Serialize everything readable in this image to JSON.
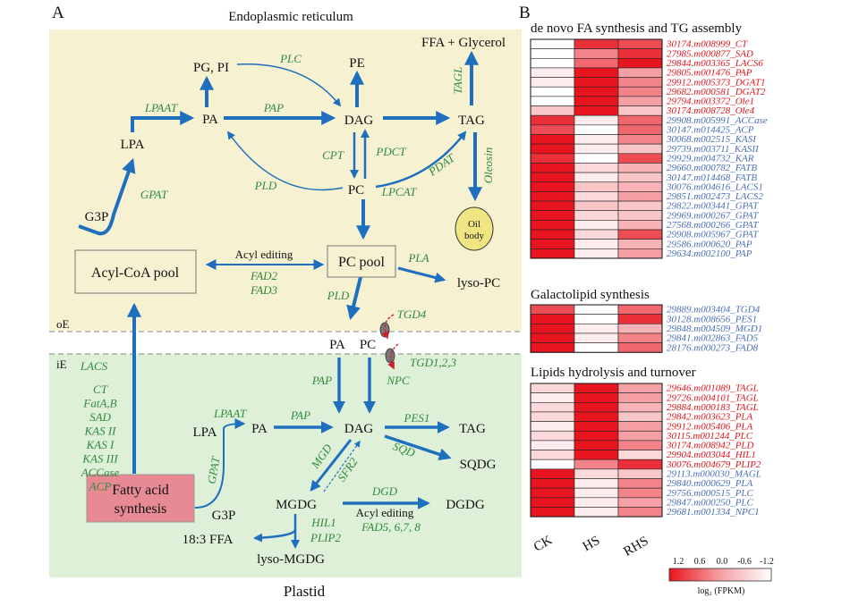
{
  "panel_a": {
    "label": "A",
    "er_title": "Endoplasmic reticulum",
    "plastid_title": "Plastid",
    "oe": "oE",
    "ie": "iE",
    "metabolites": {
      "ffa_glycerol": "FFA + Glycerol",
      "pg_pi": "PG, PI",
      "pe": "PE",
      "pa": "PA",
      "dag": "DAG",
      "tag": "TAG",
      "lpa": "LPA",
      "pc": "PC",
      "g3p": "G3P",
      "oil_body_1": "Oil",
      "oil_body_2": "body",
      "acyl_coa_pool": "Acyl-CoA pool",
      "pc_pool": "PC pool",
      "lyso_pc": "lyso-PC",
      "pa_env": "PA",
      "pc_env": "PC",
      "p_lpa": "LPA",
      "p_pa": "PA",
      "p_dag": "DAG",
      "p_tag": "TAG",
      "sqdg": "SQDG",
      "mgdg": "MGDG",
      "dgdg": "DGDG",
      "fatty_acid_1": "Fatty acid",
      "fatty_acid_2": "synthesis",
      "p_g3p": "G3P",
      "ffa183": "18:3 FFA",
      "lyso_mgdg": "lyso-MGDG"
    },
    "enzymes": {
      "plc": "PLC",
      "lpaat": "LPAAT",
      "pap": "PAP",
      "tagl": "TAGL",
      "oleosin": "Oleosin",
      "cpt": "CPT",
      "pdct": "PDCT",
      "pdat": "PDAT",
      "pld": "PLD",
      "lpcat": "LPCAT",
      "gpat": "GPAT",
      "acyl_editing": "Acyl editing",
      "fad2": "FAD2",
      "fad3": "FAD3",
      "pla": "PLA",
      "pld2": "PLD",
      "tgd4": "TGD4",
      "tgd123": "TGD1,2,3",
      "lacs": "LACS",
      "fas_list": [
        "CT",
        "FatA,B",
        "SAD",
        "KAS II",
        "KAS I",
        "KAS III",
        "ACCase",
        "ACP"
      ],
      "p_pap1": "PAP",
      "npc": "NPC",
      "p_lpaat": "LPAAT",
      "p_pap2": "PAP",
      "pes1": "PES1",
      "mgd": "MGD",
      "sfr2": "SFR2",
      "sqd": "SQD",
      "p_gpat": "GPAT",
      "dgd": "DGD",
      "acyl_editing2": "Acyl editing",
      "fad5678": "FAD5, 6,7, 8",
      "hil1": "HIL1",
      "plip2": "PLIP2"
    }
  },
  "panel_b": {
    "label": "B",
    "columns": [
      "CK",
      "HS",
      "RHS"
    ],
    "legend_ticks": [
      "1.2",
      "0.6",
      "0.0",
      "-0.6",
      "-1.2"
    ],
    "legend_label": "log₂ (FPKM)",
    "colors": {
      "high": "#e8141e",
      "mid": "#f5a0a4",
      "low": "#ffffff",
      "red_text": "#e0161e",
      "blue_text": "#4a6fb5"
    },
    "groups": [
      {
        "title": "de novo FA synthesis and TG assembly",
        "rows": [
          {
            "gene": "30174.m008999_CT",
            "color": "red",
            "values": [
              0.0,
              0.9,
              0.8
            ]
          },
          {
            "gene": "27985.m000877_SAD",
            "color": "red",
            "values": [
              0.0,
              0.6,
              0.9
            ]
          },
          {
            "gene": "29844.m003365_LACS6",
            "color": "red",
            "values": [
              0.0,
              0.7,
              1.0
            ]
          },
          {
            "gene": "29805.m001476_PAP",
            "color": "red",
            "values": [
              0.1,
              1.0,
              0.5
            ]
          },
          {
            "gene": "29912.m005373_DGAT1",
            "color": "red",
            "values": [
              0.1,
              1.0,
              0.6
            ]
          },
          {
            "gene": "29682.m000581_DGAT2",
            "color": "red",
            "values": [
              0.0,
              1.0,
              0.6
            ]
          },
          {
            "gene": "29794.m003372_Ole1",
            "color": "red",
            "values": [
              0.0,
              1.0,
              0.5
            ]
          },
          {
            "gene": "30174.m008728_Ole4",
            "color": "red",
            "values": [
              0.3,
              1.0,
              0.3
            ]
          },
          {
            "gene": "29908.m005991_ACCase",
            "color": "blue",
            "values": [
              0.9,
              0.1,
              0.7
            ]
          },
          {
            "gene": "30147.m014425_ACP",
            "color": "blue",
            "values": [
              0.8,
              0.0,
              0.7
            ]
          },
          {
            "gene": "30068.m002515_KASI",
            "color": "blue",
            "values": [
              1.0,
              0.1,
              0.6
            ]
          },
          {
            "gene": "29739.m003711_KASII",
            "color": "blue",
            "values": [
              1.0,
              0.1,
              0.3
            ]
          },
          {
            "gene": "29929.m004732_KAR",
            "color": "blue",
            "values": [
              0.9,
              0.0,
              0.8
            ]
          },
          {
            "gene": "29660.m000782_FATB",
            "color": "blue",
            "values": [
              1.0,
              0.2,
              0.4
            ]
          },
          {
            "gene": "30147.m014468_FATB",
            "color": "blue",
            "values": [
              1.0,
              0.1,
              0.3
            ]
          },
          {
            "gene": "30076.m004616_LACS1",
            "color": "blue",
            "values": [
              1.0,
              0.3,
              0.4
            ]
          },
          {
            "gene": "29851.m002473_LACS2",
            "color": "blue",
            "values": [
              1.0,
              0.2,
              0.5
            ]
          },
          {
            "gene": "29822.m003441_GPAT",
            "color": "blue",
            "values": [
              1.0,
              0.3,
              0.3
            ]
          },
          {
            "gene": "29969.m000267_GPAT",
            "color": "blue",
            "values": [
              1.0,
              0.2,
              0.3
            ]
          },
          {
            "gene": "27568.m000266_GPAT",
            "color": "blue",
            "values": [
              1.0,
              0.1,
              0.4
            ]
          },
          {
            "gene": "29908.m005967_GPAT",
            "color": "blue",
            "values": [
              1.0,
              0.2,
              0.8
            ]
          },
          {
            "gene": "29586.m000620_PAP",
            "color": "blue",
            "values": [
              1.0,
              0.1,
              0.4
            ]
          },
          {
            "gene": "29634.m002100_PAP",
            "color": "blue",
            "values": [
              1.0,
              0.1,
              0.5
            ]
          }
        ]
      },
      {
        "title": "Galactolipid synthesis",
        "rows": [
          {
            "gene": "29889.m003404_TGD4",
            "color": "blue",
            "values": [
              0.8,
              0.0,
              0.7
            ]
          },
          {
            "gene": "30128.m008656_PES1",
            "color": "blue",
            "values": [
              1.0,
              0.0,
              0.9
            ]
          },
          {
            "gene": "29848.m004509_MGD1",
            "color": "blue",
            "values": [
              1.0,
              0.1,
              0.4
            ]
          },
          {
            "gene": "29841.m002863_FAD5",
            "color": "blue",
            "values": [
              1.0,
              0.1,
              0.6
            ]
          },
          {
            "gene": "28176.m000273_FAD8",
            "color": "blue",
            "values": [
              1.0,
              0.0,
              0.7
            ]
          }
        ]
      },
      {
        "title": "Lipids hydrolysis and turnover",
        "rows": [
          {
            "gene": "29646.m001089_TAGL",
            "color": "red",
            "values": [
              0.2,
              1.0,
              0.5
            ]
          },
          {
            "gene": "29726.m004101_TAGL",
            "color": "red",
            "values": [
              0.1,
              1.0,
              0.5
            ]
          },
          {
            "gene": "29884.m000183_TAGL",
            "color": "red",
            "values": [
              0.2,
              1.0,
              0.4
            ]
          },
          {
            "gene": "29842.m003623_PLA",
            "color": "red",
            "values": [
              0.2,
              1.0,
              0.3
            ]
          },
          {
            "gene": "29912.m005406_PLA",
            "color": "red",
            "values": [
              0.1,
              1.0,
              0.5
            ]
          },
          {
            "gene": "30115.m001244_PLC",
            "color": "red",
            "values": [
              0.2,
              1.0,
              0.5
            ]
          },
          {
            "gene": "30174.m008942_PLD",
            "color": "red",
            "values": [
              0.1,
              1.0,
              0.6
            ]
          },
          {
            "gene": "29904.m003044_HIL1",
            "color": "red",
            "values": [
              0.2,
              1.0,
              0.2
            ]
          },
          {
            "gene": "30076.m004679_PLIP2",
            "color": "red",
            "values": [
              0.0,
              0.6,
              0.9
            ]
          },
          {
            "gene": "29113.m000030_MAGL",
            "color": "blue",
            "values": [
              1.0,
              0.2,
              0.3
            ]
          },
          {
            "gene": "29840.m000629_PLA",
            "color": "blue",
            "values": [
              1.0,
              0.1,
              0.6
            ]
          },
          {
            "gene": "29756.m000515_PLC",
            "color": "blue",
            "values": [
              1.0,
              0.1,
              0.6
            ]
          },
          {
            "gene": "29847.m000250_PLC",
            "color": "blue",
            "values": [
              1.0,
              0.1,
              0.5
            ]
          },
          {
            "gene": "29681.m001334_NPC1",
            "color": "blue",
            "values": [
              1.0,
              0.1,
              0.6
            ]
          }
        ]
      }
    ]
  }
}
